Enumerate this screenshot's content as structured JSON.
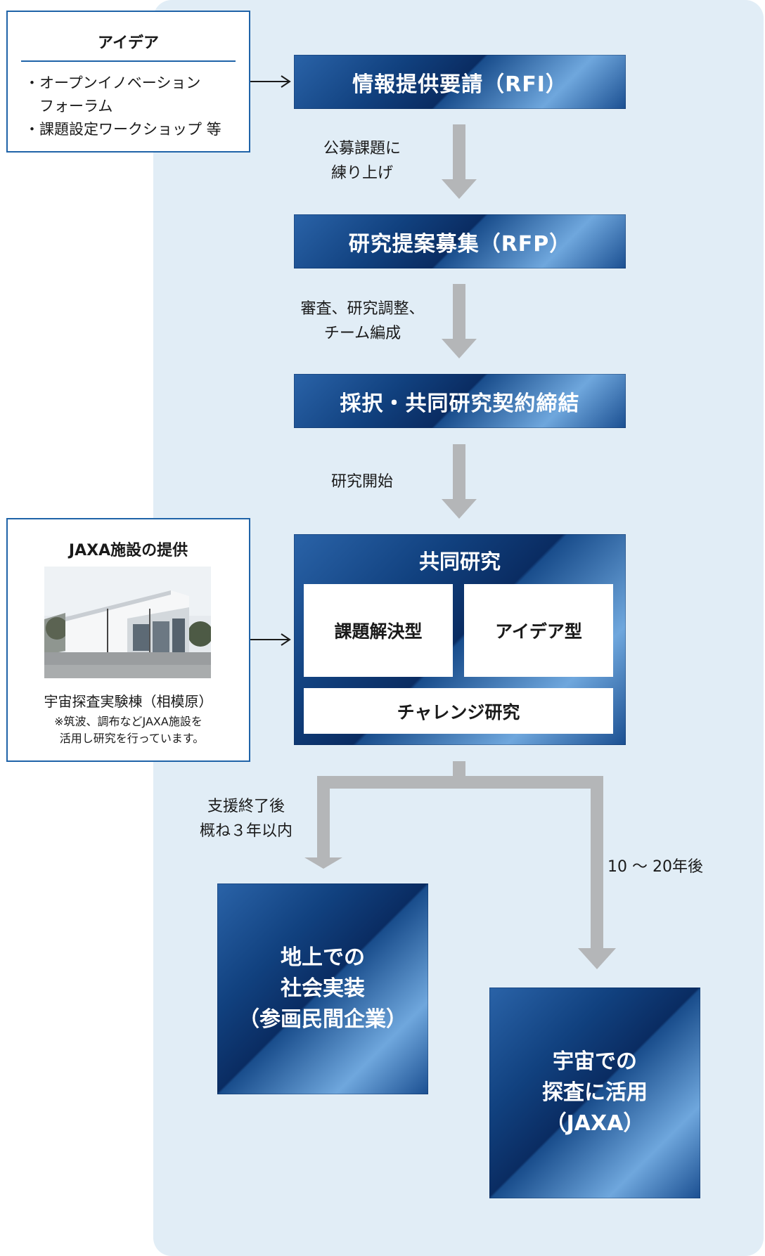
{
  "idea_box": {
    "title": "アイデア",
    "items": [
      "・オープンイノベーション",
      "フォーラム",
      "・課題設定ワークショップ 等"
    ]
  },
  "facility_box": {
    "title": "JAXA施設の提供",
    "caption": "宇宙探査実験棟（相模原）",
    "note_line1": "※筑波、調布などJAXA施設を",
    "note_line2": "活用し研究を行っています。"
  },
  "steps": {
    "rfi": "情報提供要請（RFI）",
    "rfp": "研究提案募集（RFP）",
    "contract": "採択・共同研究契約締結"
  },
  "transitions": {
    "t1_line1": "公募課題に",
    "t1_line2": "練り上げ",
    "t2_line1": "審査、研究調整、",
    "t2_line2": "チーム編成",
    "t3": "研究開始"
  },
  "joint_research": {
    "title": "共同研究",
    "type_a": "課題解決型",
    "type_b": "アイデア型",
    "challenge": "チャレンジ研究"
  },
  "branches": {
    "left_line1": "支援終了後",
    "left_line2": "概ね３年以内",
    "right": "10 〜 20年後"
  },
  "outcomes": {
    "ground_line1": "地上での",
    "ground_line2": "社会実装",
    "ground_line3": "（参画民間企業）",
    "space_line1": "宇宙での",
    "space_line2": "探査に活用",
    "space_line3": "（JAXA）"
  },
  "colors": {
    "panel_bg": "#e1edf6",
    "box_border": "#1f63a8",
    "arrow_gray": "#b4b6b8",
    "blue_dark": "#0a2c62",
    "blue_light": "#6fa7dd"
  }
}
